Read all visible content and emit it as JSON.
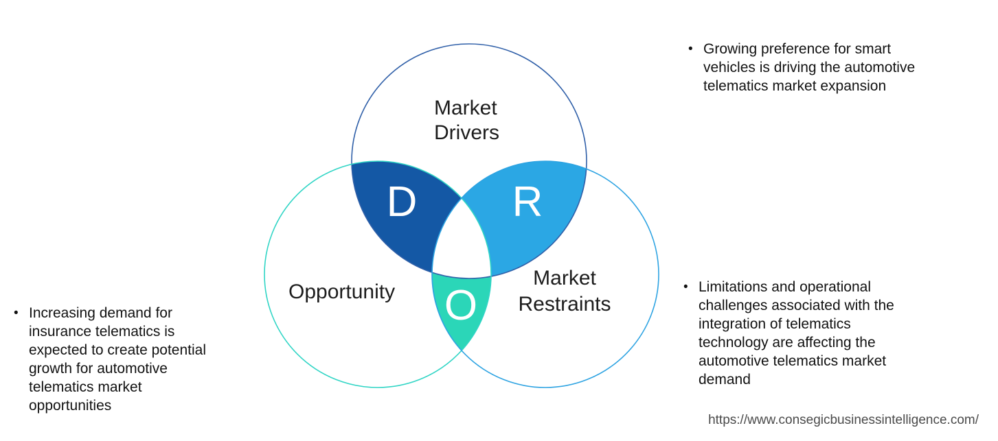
{
  "venn": {
    "circles": {
      "drivers": {
        "label_line1": "Market",
        "label_line2": "Drivers",
        "stroke_color": "#2F5FA8"
      },
      "opportunity": {
        "label": "Opportunity",
        "stroke_color": "#30D5C5"
      },
      "restraints": {
        "label_line1": "Market",
        "label_line2": "Restraints",
        "stroke_color": "#2DA3E2"
      }
    },
    "overlaps": {
      "drivers": {
        "letter": "D",
        "color": "#1458A5"
      },
      "restraints": {
        "letter": "R",
        "color": "#2BA7E4"
      },
      "opportunity": {
        "letter": "O",
        "color": "#2BD6B8"
      }
    }
  },
  "bullets": {
    "drivers": {
      "marker": "•",
      "lines": [
        "Growing preference for smart",
        "vehicles is driving the automotive",
        "telematics market expansion"
      ]
    },
    "opportunity": {
      "marker": "•",
      "lines": [
        "Increasing demand for",
        "insurance telematics is",
        "expected to create potential",
        "growth for automotive",
        "telematics market",
        "opportunities"
      ]
    },
    "restraints": {
      "marker": "•",
      "lines": [
        "Limitations and operational",
        "challenges associated with the",
        "integration of telematics",
        "technology are affecting the",
        "automotive telematics market",
        "demand"
      ]
    }
  },
  "footer": {
    "url": "https://www.consegicbusinessintelligence.com/"
  }
}
